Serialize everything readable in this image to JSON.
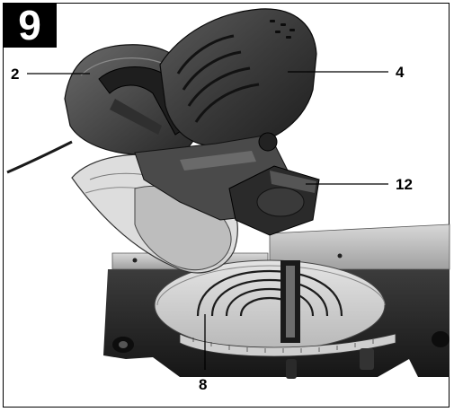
{
  "figure": {
    "number": "9"
  },
  "callouts": [
    {
      "label": "2"
    },
    {
      "label": "4"
    },
    {
      "label": "12"
    },
    {
      "label": "8"
    }
  ],
  "colors": {
    "frame": "#000000",
    "background": "#ffffff"
  }
}
